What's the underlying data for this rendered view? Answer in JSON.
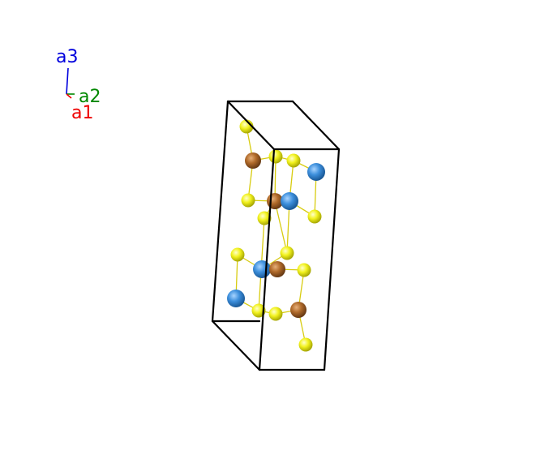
{
  "axes": {
    "a1": {
      "label": "a1",
      "color": "#ee0000"
    },
    "a2": {
      "label": "a2",
      "color": "#008800"
    },
    "a3": {
      "label": "a3",
      "color": "#0000dd"
    }
  },
  "cell": {
    "edge_color": "#000000"
  },
  "atom_colors": {
    "yellow": {
      "fill": "#f2f21e",
      "light": "#ffffcc",
      "dark": "#9c9c00"
    },
    "blue": {
      "fill": "#3d8fdc",
      "light": "#a8d4ff",
      "dark": "#14508c"
    },
    "brown": {
      "fill": "#b06a2a",
      "light": "#e6b07a",
      "dark": "#5c3210"
    }
  },
  "bond_color": "#d8cc10"
}
